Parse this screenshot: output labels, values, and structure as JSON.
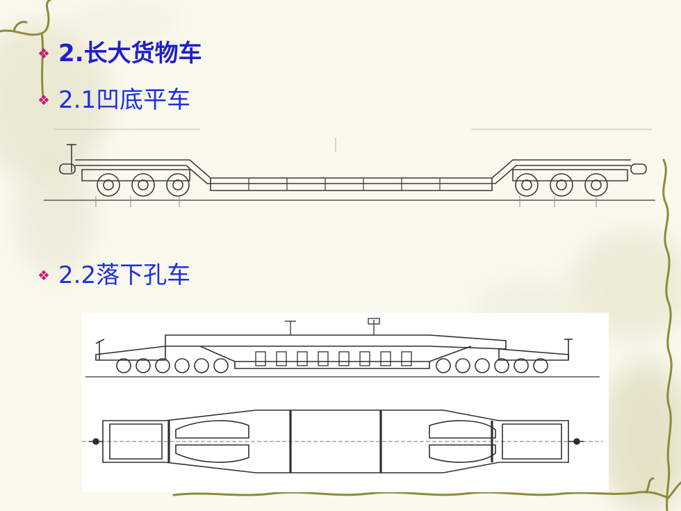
{
  "colors": {
    "heading": "#1f1fc8",
    "subheading": "#1a2fe0",
    "bullet": "#d0187a",
    "vine": "#8c8a3c",
    "line_drawing": "#3a3a3a"
  },
  "bullets": [
    {
      "marker": "❖",
      "text": "2.长大货物车"
    },
    {
      "marker": "❖",
      "text": "2.1凹底平车"
    },
    {
      "marker": "❖",
      "text": "2.2落下孔车"
    }
  ],
  "figures": [
    {
      "name": "depressed-center-flatcar-drawing",
      "icon": "railcar-side-elevation-icon"
    },
    {
      "name": "well-hole-car-drawing",
      "icon": "railcar-elevation-and-plan-icon"
    }
  ]
}
